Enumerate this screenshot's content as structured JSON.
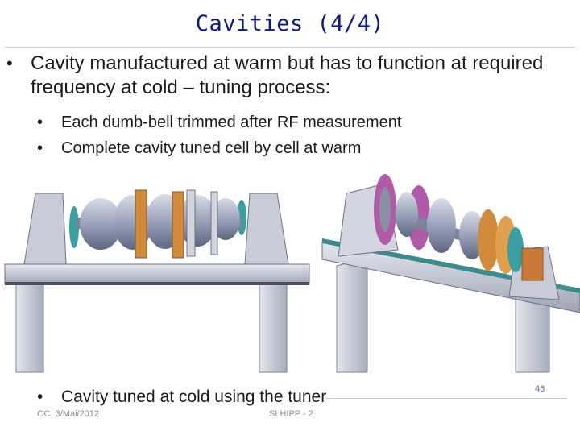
{
  "slide": {
    "title": "Cavities (4/4)",
    "bullets": {
      "main": "Cavity manufactured at warm but has to function at required frequency at cold – tuning process:",
      "sub1": "Each dumb-bell trimmed after RF measurement",
      "sub2": "Complete cavity tuned cell by cell at warm",
      "bottom": "Cavity tuned at cold using the tuner"
    },
    "bullet_glyph": "•",
    "footer": {
      "left": "OC, 3/Mai/2012",
      "center": "SLHIPP - 2",
      "page": "46"
    },
    "colors": {
      "title": "#0a1a8c",
      "cavity": "#9aa2bb",
      "copper": "#d08a3a",
      "magenta": "#b05aa8",
      "teal": "#3a9fa0"
    }
  }
}
